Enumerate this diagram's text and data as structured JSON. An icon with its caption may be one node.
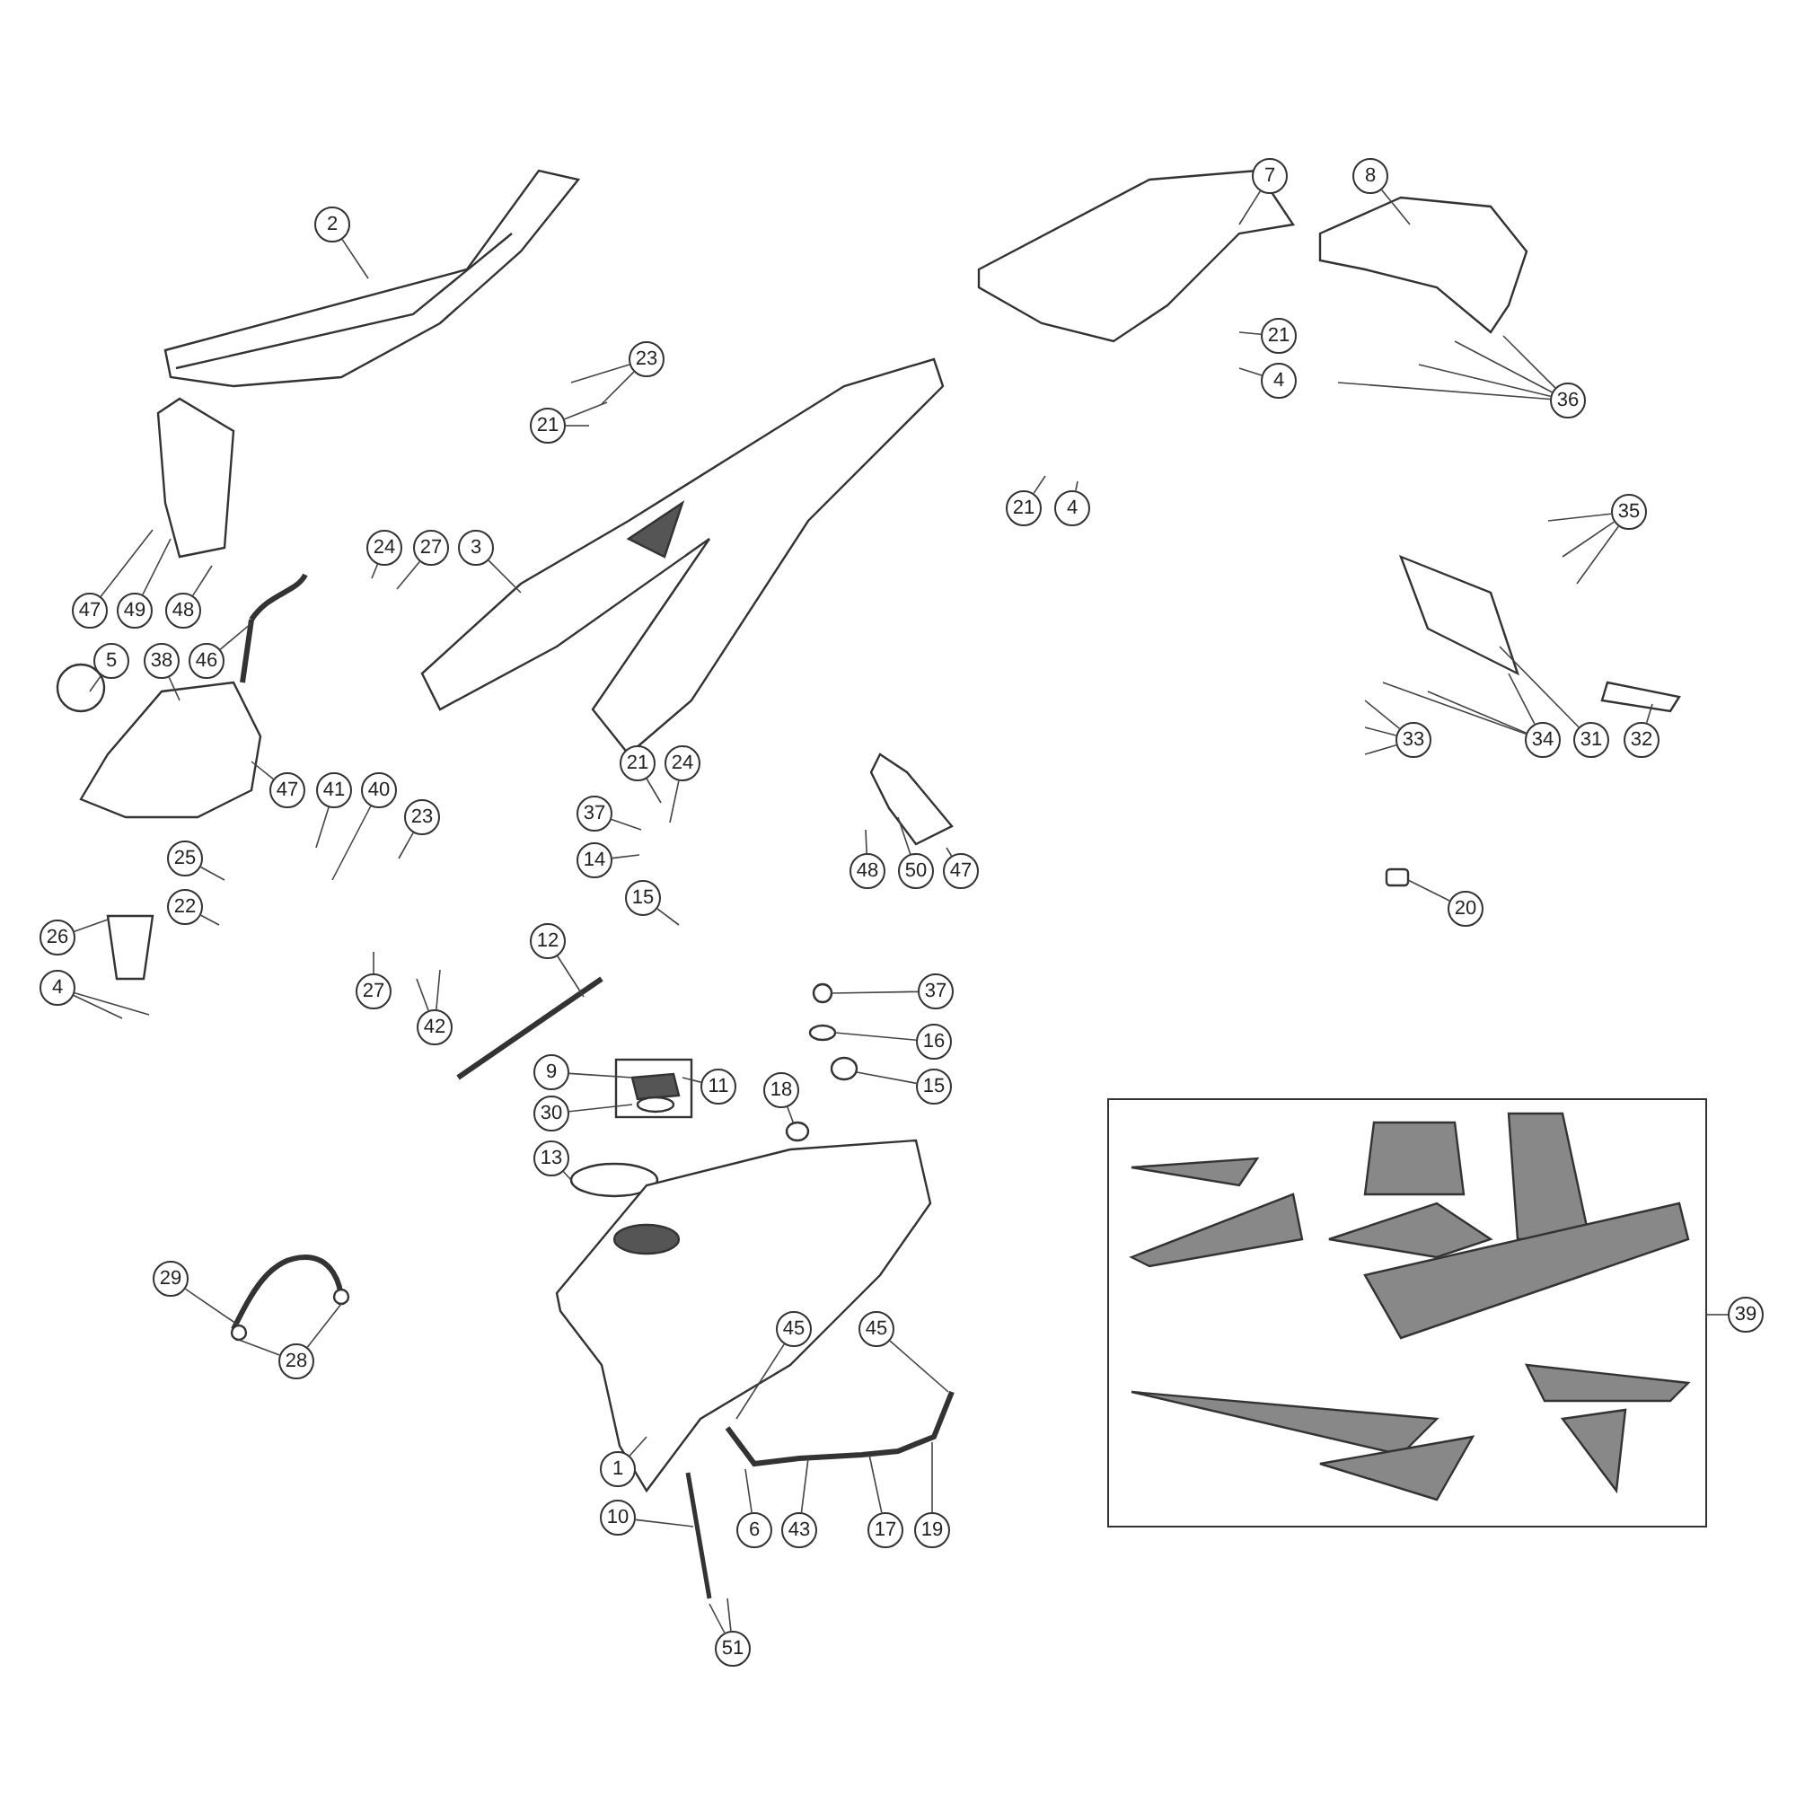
{
  "diagram": {
    "nodes": [
      {
        "text": [
          "2"
        ]
      },
      {
        "text": [
          "7"
        ]
      },
      {
        "text": [
          "8"
        ]
      },
      {
        "text": [
          "23"
        ]
      },
      {
        "text": [
          "21"
        ]
      },
      {
        "text": [
          "21"
        ]
      },
      {
        "text": [
          "4"
        ]
      },
      {
        "text": [
          "36"
        ]
      },
      {
        "text": [
          "21"
        ]
      },
      {
        "text": [
          "4"
        ]
      },
      {
        "text": [
          "24"
        ]
      },
      {
        "text": [
          "27"
        ]
      },
      {
        "text": [
          "3"
        ]
      },
      {
        "text": [
          "47"
        ]
      },
      {
        "text": [
          "49"
        ]
      },
      {
        "text": [
          "48"
        ]
      },
      {
        "text": [
          "35"
        ]
      },
      {
        "text": [
          "5"
        ]
      },
      {
        "text": [
          "38"
        ]
      },
      {
        "text": [
          "46"
        ]
      },
      {
        "text": [
          "33"
        ]
      },
      {
        "text": [
          "34"
        ]
      },
      {
        "text": [
          "31"
        ]
      },
      {
        "text": [
          "32"
        ]
      },
      {
        "text": [
          "21"
        ]
      },
      {
        "text": [
          "24"
        ]
      },
      {
        "text": [
          "47"
        ]
      },
      {
        "text": [
          "41"
        ]
      },
      {
        "text": [
          "40"
        ]
      },
      {
        "text": [
          "23"
        ]
      },
      {
        "text": [
          "37"
        ]
      },
      {
        "text": [
          "14"
        ]
      },
      {
        "text": [
          "15"
        ]
      },
      {
        "text": [
          "25"
        ]
      },
      {
        "text": [
          "26"
        ]
      },
      {
        "text": [
          "22"
        ]
      },
      {
        "text": [
          "48"
        ]
      },
      {
        "text": [
          "50"
        ]
      },
      {
        "text": [
          "47"
        ]
      },
      {
        "text": [
          "20"
        ]
      },
      {
        "text": [
          "12"
        ]
      },
      {
        "text": [
          "4"
        ]
      },
      {
        "text": [
          "27"
        ]
      },
      {
        "text": [
          "42"
        ]
      },
      {
        "text": [
          "37"
        ]
      },
      {
        "text": [
          "16"
        ]
      },
      {
        "text": [
          "15"
        ]
      },
      {
        "text": [
          "9"
        ]
      },
      {
        "text": [
          "11"
        ]
      },
      {
        "text": [
          "30"
        ]
      },
      {
        "text": [
          "18"
        ]
      },
      {
        "text": [
          "13"
        ]
      },
      {
        "text": [
          "39"
        ]
      },
      {
        "text": [
          "29"
        ]
      },
      {
        "text": [
          "28"
        ]
      },
      {
        "text": [
          "45"
        ]
      },
      {
        "text": [
          "45"
        ]
      },
      {
        "text": [
          "1"
        ]
      },
      {
        "text": [
          "10"
        ]
      },
      {
        "text": [
          "6"
        ]
      },
      {
        "text": [
          "43"
        ]
      },
      {
        "text": [
          "17"
        ]
      },
      {
        "text": [
          "19"
        ]
      },
      {
        "text": [
          "51"
        ]
      }
    ],
    "edges": [
      {
        "from": 0,
        "to": null,
        "arrow": "none"
      },
      {
        "from": 1,
        "to": null,
        "arrow": "none"
      },
      {
        "from": 2,
        "to": null,
        "arrow": "none"
      },
      {
        "from": 3,
        "to": null,
        "arrow": "none"
      },
      {
        "from": 3,
        "to": null,
        "arrow": "none"
      },
      {
        "from": 4,
        "to": null,
        "arrow": "none"
      },
      {
        "from": 4,
        "to": null,
        "arrow": "none"
      },
      {
        "from": 5,
        "to": null,
        "arrow": "none"
      },
      {
        "from": 6,
        "to": null,
        "arrow": "none"
      },
      {
        "from": 7,
        "to": null,
        "arrow": "none"
      },
      {
        "from": 7,
        "to": null,
        "arrow": "none"
      },
      {
        "from": 7,
        "to": null,
        "arrow": "none"
      },
      {
        "from": 7,
        "to": null,
        "arrow": "none"
      },
      {
        "from": 8,
        "to": null,
        "arrow": "none"
      },
      {
        "from": 9,
        "to": null,
        "arrow": "none"
      },
      {
        "from": 10,
        "to": null,
        "arrow": "none"
      },
      {
        "from": 11,
        "to": null,
        "arrow": "none"
      },
      {
        "from": 12,
        "to": null,
        "arrow": "none"
      },
      {
        "from": 13,
        "to": null,
        "arrow": "none"
      },
      {
        "from": 14,
        "to": null,
        "arrow": "none"
      },
      {
        "from": 15,
        "to": null,
        "arrow": "none"
      },
      {
        "from": 16,
        "to": null,
        "arrow": "none"
      },
      {
        "from": 16,
        "to": null,
        "arrow": "none"
      },
      {
        "from": 16,
        "to": null,
        "arrow": "none"
      },
      {
        "from": 17,
        "to": null,
        "arrow": "none"
      },
      {
        "from": 18,
        "to": null,
        "arrow": "none"
      },
      {
        "from": 19,
        "to": null,
        "arrow": "none"
      },
      {
        "from": 20,
        "to": null,
        "arrow": "none"
      },
      {
        "from": 20,
        "to": null,
        "arrow": "none"
      },
      {
        "from": 20,
        "to": null,
        "arrow": "none"
      },
      {
        "from": 21,
        "to": null,
        "arrow": "none"
      },
      {
        "from": 21,
        "to": null,
        "arrow": "none"
      },
      {
        "from": 21,
        "to": null,
        "arrow": "none"
      },
      {
        "from": 22,
        "to": null,
        "arrow": "none"
      },
      {
        "from": 23,
        "to": null,
        "arrow": "none"
      },
      {
        "from": 24,
        "to": null,
        "arrow": "none"
      },
      {
        "from": 25,
        "to": null,
        "arrow": "none"
      },
      {
        "from": 26,
        "to": null,
        "arrow": "none"
      },
      {
        "from": 27,
        "to": null,
        "arrow": "none"
      },
      {
        "from": 28,
        "to": null,
        "arrow": "none"
      },
      {
        "from": 29,
        "to": null,
        "arrow": "none"
      },
      {
        "from": 30,
        "to": null,
        "arrow": "none"
      },
      {
        "from": 31,
        "to": null,
        "arrow": "none"
      },
      {
        "from": 32,
        "to": null,
        "arrow": "none"
      },
      {
        "from": 33,
        "to": null,
        "arrow": "none"
      },
      {
        "from": 34,
        "to": null,
        "arrow": "none"
      },
      {
        "from": 35,
        "to": null,
        "arrow": "none"
      },
      {
        "from": 36,
        "to": null,
        "arrow": "none"
      },
      {
        "from": 37,
        "to": null,
        "arrow": "none"
      },
      {
        "from": 38,
        "to": null,
        "arrow": "none"
      },
      {
        "from": 39,
        "to": null,
        "arrow": "none"
      },
      {
        "from": 40,
        "to": null,
        "arrow": "none"
      },
      {
        "from": 41,
        "to": null,
        "arrow": "none"
      },
      {
        "from": 41,
        "to": null,
        "arrow": "none"
      },
      {
        "from": 42,
        "to": null,
        "arrow": "none"
      },
      {
        "from": 43,
        "to": null,
        "arrow": "none"
      },
      {
        "from": 43,
        "to": null,
        "arrow": "none"
      },
      {
        "from": 44,
        "to": null,
        "arrow": "none"
      },
      {
        "from": 45,
        "to": null,
        "arrow": "none"
      },
      {
        "from": 46,
        "to": null,
        "arrow": "none"
      },
      {
        "from": 47,
        "to": null,
        "arrow": "none"
      },
      {
        "from": 48,
        "to": null,
        "arrow": "none"
      },
      {
        "from": 49,
        "to": null,
        "arrow": "none"
      },
      {
        "from": 50,
        "to": null,
        "arrow": "none"
      },
      {
        "from": 51,
        "to": null,
        "arrow": "none"
      },
      {
        "from": 52,
        "to": null,
        "arrow": "none"
      },
      {
        "from": 53,
        "to": null,
        "arrow": "none"
      },
      {
        "from": 54,
        "to": null,
        "arrow": "none"
      },
      {
        "from": 54,
        "to": null,
        "arrow": "none"
      },
      {
        "from": 55,
        "to": null,
        "arrow": "none"
      },
      {
        "from": 56,
        "to": null,
        "arrow": "none"
      },
      {
        "from": 57,
        "to": null,
        "arrow": "none"
      },
      {
        "from": 58,
        "to": null,
        "arrow": "none"
      },
      {
        "from": 59,
        "to": null,
        "arrow": "none"
      },
      {
        "from": 60,
        "to": null,
        "arrow": "none"
      },
      {
        "from": 61,
        "to": null,
        "arrow": "none"
      },
      {
        "from": 62,
        "to": null,
        "arrow": "none"
      },
      {
        "from": 63,
        "to": null,
        "arrow": "none"
      },
      {
        "from": 63,
        "to": null,
        "arrow": "none"
      }
    ]
  }
}
